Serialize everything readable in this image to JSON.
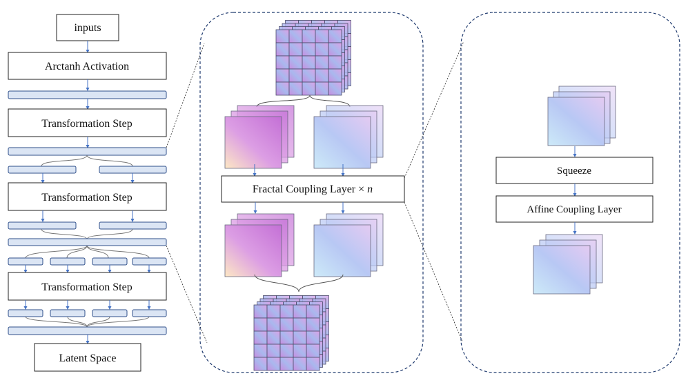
{
  "left_flow": {
    "inputs": "inputs",
    "arctanh": "Arctanh Activation",
    "step_1": "Transformation Step",
    "step_2": "Transformation Step",
    "step_3": "Transformation Step",
    "latent": "Latent Space"
  },
  "middle_panel": {
    "coupling_label": "Fractal Coupling Layer × ",
    "coupling_n": "n"
  },
  "right_panel": {
    "squeeze": "Squeeze",
    "affine": "Affine Coupling Layer"
  },
  "colors": {
    "arrow": "#4472c4",
    "bar_fill": "#dbe5f4",
    "bar_stroke": "#2f4f8a",
    "panel_border": "#1f3a6e",
    "grid_line": "#4a4a6a",
    "warm_a": "#fde8c4",
    "warm_b": "#c776d8",
    "cool_a": "#a8d4f5",
    "cool_b": "#e2c9f0"
  },
  "icons": [
    "down-arrow-icon",
    "feature-map-stack-icon",
    "grid-tensor-icon"
  ]
}
